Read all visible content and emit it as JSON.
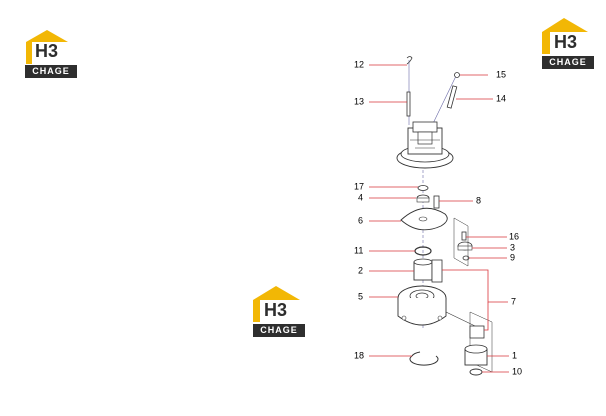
{
  "brand": {
    "monogram": "H3",
    "name": "CHAGE",
    "colors": {
      "gold": "#F2B705",
      "dark": "#2E2E2E",
      "leader": "#D9343A"
    }
  },
  "callouts": {
    "c1": "1",
    "c2": "2",
    "c3": "3",
    "c4": "4",
    "c5": "5",
    "c6": "6",
    "c7": "7",
    "c8": "8",
    "c9": "9",
    "c10": "10",
    "c11": "11",
    "c12": "12",
    "c13": "13",
    "c14": "14",
    "c15": "15",
    "c16": "16",
    "c17": "17",
    "c18": "18"
  }
}
